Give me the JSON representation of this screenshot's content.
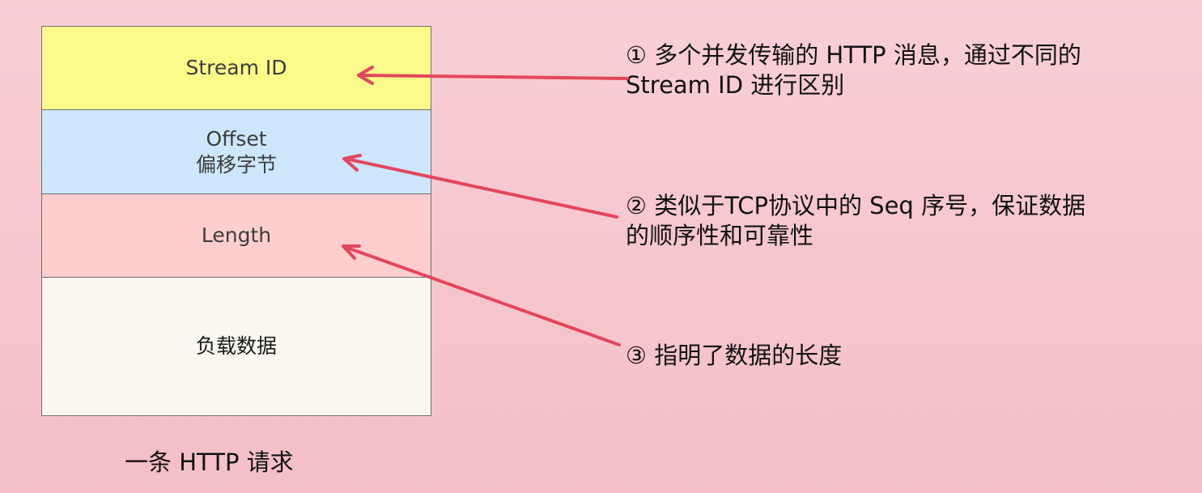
{
  "frame_fields": [
    {
      "lines": [
        "Stream ID"
      ]
    },
    {
      "lines": [
        "Offset",
        "偏移字节"
      ]
    },
    {
      "lines": [
        "Length"
      ]
    },
    {
      "lines": [
        "负载数据"
      ]
    }
  ],
  "caption": "一条 HTTP 请求",
  "notes": [
    {
      "lines": [
        "① 多个并发传输的 HTTP 消息，通过不同的",
        "Stream ID 进行区别"
      ]
    },
    {
      "lines": [
        "② 类似于TCP协议中的 Seq 序号，保证数据",
        "的顺序性和可靠性"
      ]
    },
    {
      "lines": [
        "③ 指明了数据的长度"
      ]
    }
  ],
  "colors": {
    "stream_id_fill": "#fbfb8a",
    "offset_fill": "#cde6fb",
    "length_fill": "#fecdcd",
    "payload_fill": "#f9f7f0",
    "arrow": "#e4465c",
    "background": "#f8cad1"
  }
}
